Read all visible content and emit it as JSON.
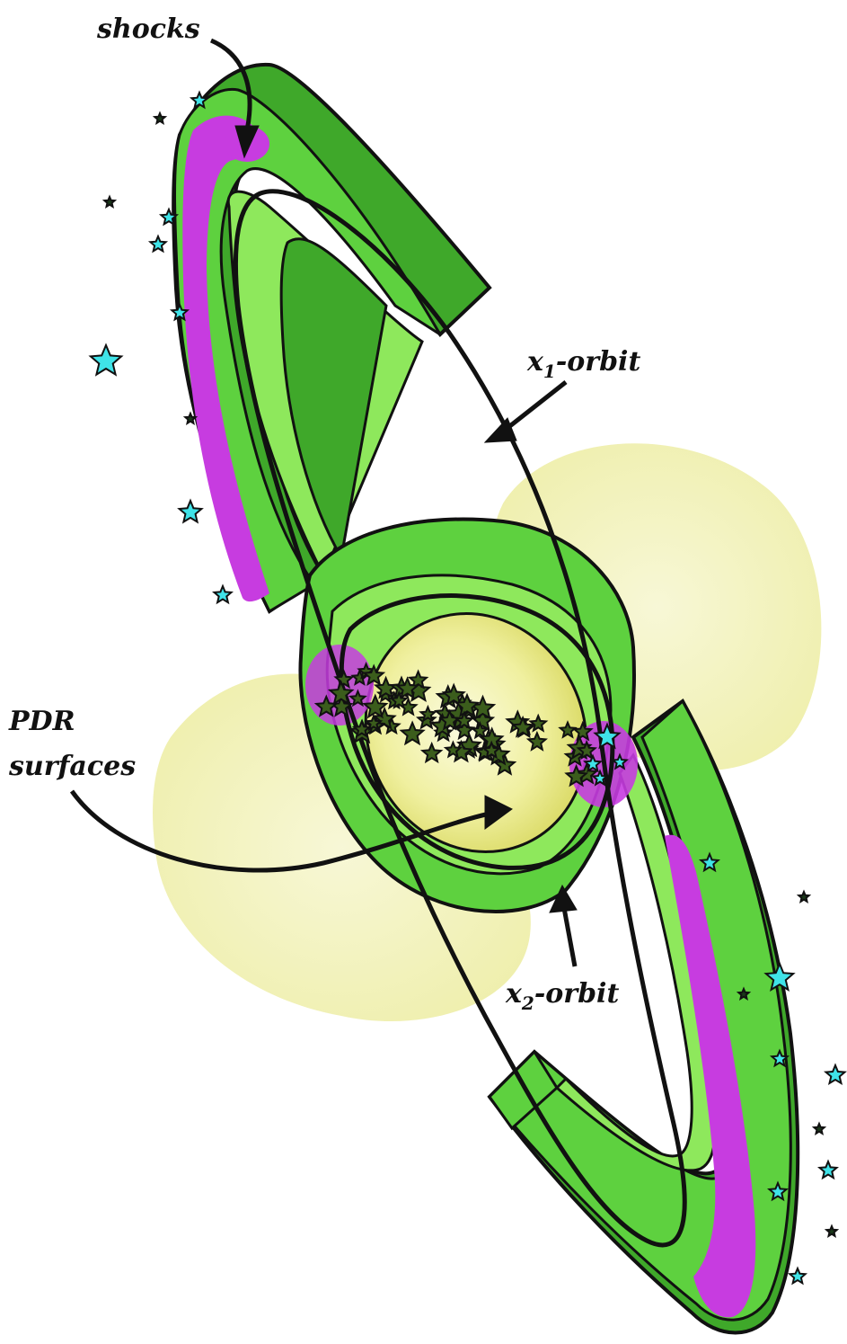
{
  "labels": {
    "shocks": "shocks",
    "x1_orbit_main": "x",
    "x1_orbit_sub": "1",
    "x1_orbit_rest": "-orbit",
    "pdr_line1": "PDR",
    "pdr_line2": "surfaces",
    "x2_orbit_main": "x",
    "x2_orbit_sub": "2",
    "x2_orbit_rest": "-orbit"
  },
  "colors": {
    "background": "#ffffff",
    "ring_green": "#5ed13f",
    "ring_green_light": "#8ee85c",
    "ring_green_dark": "#3fa82a",
    "shock_magenta": "#c73ce0",
    "pdr_yellow": "#f2f2b8",
    "bulge_yellow": "#eded8a",
    "outline": "#111111",
    "star_cyan": "#3fe3e8",
    "star_dark": "#1a3a1a",
    "cluster_green": "#3b5d1c"
  },
  "icons": {
    "shock_region": "magenta-shock-blob",
    "young_star": "cyan-star-icon",
    "old_star": "dark-star-icon"
  }
}
